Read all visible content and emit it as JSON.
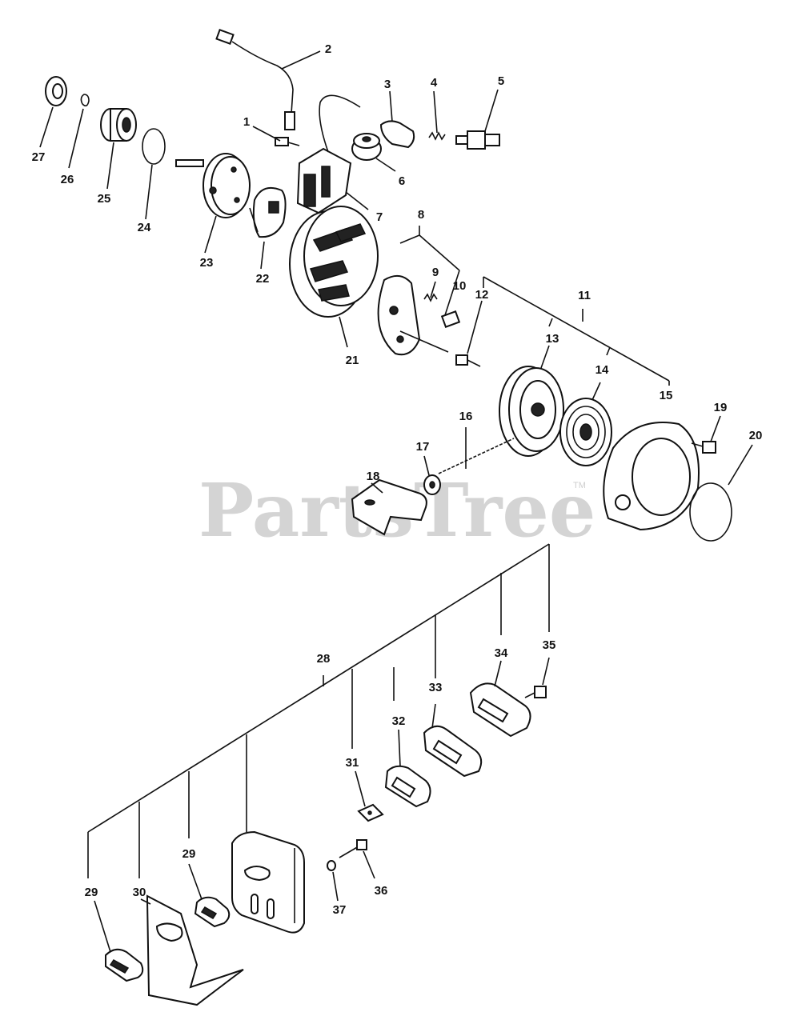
{
  "watermark": {
    "text": "PartsTree",
    "trademark": "TM"
  },
  "callouts": [
    "1",
    "2",
    "3",
    "4",
    "5",
    "6",
    "7",
    "8",
    "9",
    "10",
    "11",
    "12",
    "13",
    "14",
    "15",
    "16",
    "17",
    "18",
    "19",
    "20",
    "21",
    "22",
    "23",
    "24",
    "25",
    "26",
    "27",
    "28",
    "29",
    "30",
    "31",
    "32",
    "33",
    "34",
    "35",
    "36",
    "37"
  ],
  "callout_29_second": "29"
}
